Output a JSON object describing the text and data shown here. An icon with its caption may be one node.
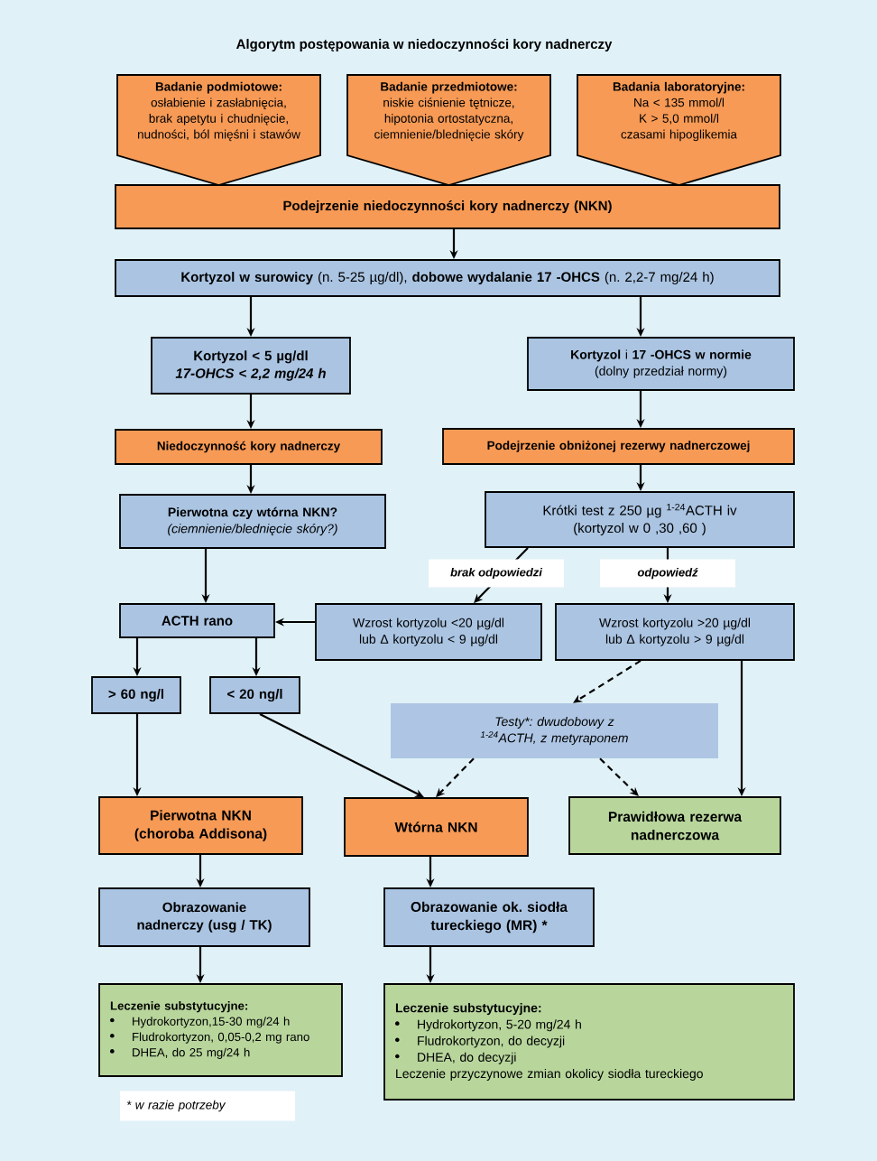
{
  "diagram": {
    "title": "Algorytm postępowania w niedoczynności kory nadnerczy",
    "nodes": [
      {
        "text": [
          "Badanie podmiotowe:",
          "osłabienie i zasłabnięcia, brak apetytu i chudnięcie, nudności, ból mięśni i stawów"
        ]
      },
      {
        "text": [
          "Badanie przedmiotowe:",
          "niskie ciśnienie tętnicze, hipotonia ortostatyczna, ciemnienie/blednięcie skóry"
        ]
      },
      {
        "text": [
          "Badania laboratoryjne:",
          "Na < 135 mmol/l",
          "K > 5,0 mmol/l",
          "czasami hipoglikemia"
        ]
      },
      {
        "text": [
          "Podejrzenie niedoczynności kory nadnerczy (NKN)"
        ]
      },
      {
        "text": [
          "**Kortyzol w surowicy** (n. 5-25 µg/dl), **dobowe wydalanie 17 -OHCS** (n. 2,2-7 mg/24 h)"
        ]
      },
      {
        "text": [
          "Kortyzol < 5 µg/dl",
          "17-OHCS < 2,2 mg/24 h"
        ]
      },
      {
        "text": [
          "**Kortyzol** i **17 -OHCS w normie**",
          "(dolny przedział normy)"
        ]
      },
      {
        "text": [
          "Niedoczynność kory nadnerczy"
        ]
      },
      {
        "text": [
          "Podejrzenie obniżonej rezerwy nadnerczowej"
        ]
      },
      {
        "text": [
          "Pierwotna czy wtórna NKN?",
          "(ciemnienie/blednięcie skóry?)"
        ]
      },
      {
        "text": [
          "Krótki test z 250 µg $^{1-24}$ACTH iv",
          "(kortyzol w 0 ,30 ,60 )"
        ]
      },
      {
        "text": [
          "ACTH rano"
        ]
      },
      {
        "text": [
          "Wzrost kortyzolu <20 µg/dl lub Δ kortyzolu < 9 µg/dl"
        ]
      },
      {
        "text": [
          "Wzrost kortyzolu >20 µg/dl lub Δ kortyzolu > 9 µg/dl"
        ]
      },
      {
        "text": [
          "> 60 ng/l"
        ]
      },
      {
        "text": [
          "< 20 ng/l"
        ]
      },
      {
        "text": [
          "Testy*: dwudobowy z $^{1-24}$ACTH, z metyraponem"
        ]
      },
      {
        "text": [
          "Pierwotna NKN (choroba Addisona)"
        ]
      },
      {
        "text": [
          "Wtórna NKN"
        ]
      },
      {
        "text": [
          "Prawidłowa rezerwa nadnerczowa"
        ]
      },
      {
        "text": [
          "Obrazowanie nadnerczy (usg / TK)"
        ]
      },
      {
        "text": [
          "Obrazowanie ok. siodła tureckiego (MR) *"
        ]
      },
      {
        "text": [
          "Leczenie substytucyjne:",
          "Hydrokortyzon,15-30 mg/24 h",
          "Fludrokortyzon, 0,05-0,2 mg rano",
          "DHEA, do 25 mg/24 h"
        ]
      },
      {
        "text": [
          "Leczenie substytucyjne:",
          "Hydrokortyzon, 5-20 mg/24 h",
          "Fludrokortyzon, do decyzji",
          "DHEA, do decyzji",
          "Leczenie przyczynowe zmian okolicy siodła tureckiego"
        ]
      }
    ],
    "edges": [
      {
        "from": 3,
        "to": 4,
        "arrow": "to"
      },
      {
        "from": 4,
        "to": 5,
        "arrow": "to"
      },
      {
        "from": 4,
        "to": 6,
        "arrow": "to"
      },
      {
        "from": 5,
        "to": 7,
        "arrow": "to"
      },
      {
        "from": 6,
        "to": 8,
        "arrow": "to"
      },
      {
        "from": 7,
        "to": 9,
        "arrow": "to"
      },
      {
        "from": 8,
        "to": 10,
        "arrow": "to"
      },
      {
        "from": 9,
        "to": 11,
        "arrow": "to"
      },
      {
        "from": 10,
        "to": 12,
        "arrow": "to",
        "label": "brak odpowiedzi"
      },
      {
        "from": 10,
        "to": 13,
        "arrow": "to",
        "label": "odpowiedź"
      },
      {
        "from": 12,
        "to": 11,
        "arrow": "to"
      },
      {
        "from": 11,
        "to": 14,
        "arrow": "to"
      },
      {
        "from": 11,
        "to": 15,
        "arrow": "to"
      },
      {
        "from": 14,
        "to": 17,
        "arrow": "to"
      },
      {
        "from": 15,
        "to": 18,
        "arrow": "to"
      },
      {
        "from": 13,
        "to": 16,
        "arrow": "to",
        "style": "dashed"
      },
      {
        "from": 16,
        "to": 18,
        "arrow": "to",
        "style": "dashed"
      },
      {
        "from": 16,
        "to": 19,
        "arrow": "to",
        "style": "dashed"
      },
      {
        "from": 13,
        "to": 19,
        "arrow": "to"
      },
      {
        "from": 17,
        "to": 20,
        "arrow": "to"
      },
      {
        "from": 18,
        "to": 21,
        "arrow": "to"
      },
      {
        "from": 20,
        "to": 22,
        "arrow": "to"
      },
      {
        "from": 21,
        "to": 23,
        "arrow": "to"
      }
    ],
    "labels": [
      "* w razie potrzeby"
    ]
  }
}
